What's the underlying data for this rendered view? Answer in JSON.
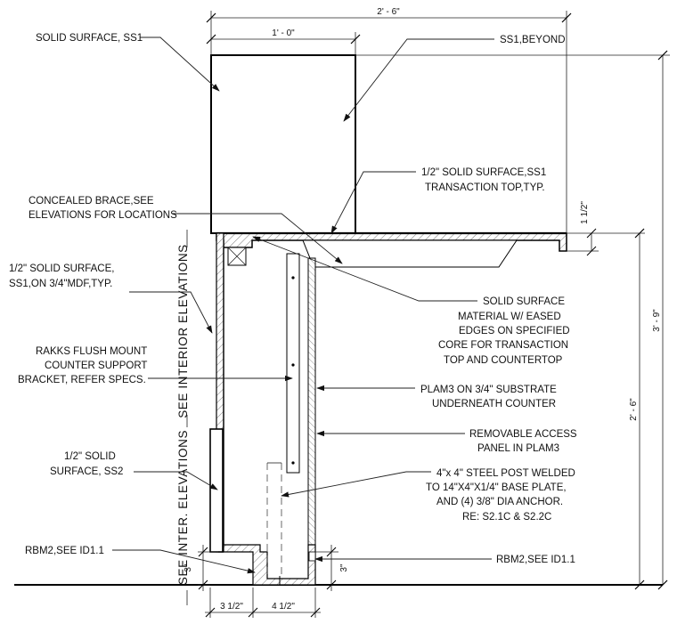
{
  "dimensions": {
    "overall_width": "2' - 6\"",
    "panel_width": "1' - 0\"",
    "overall_height": "3' - 9\"",
    "counter_height": "2' - 6\"",
    "top_thickness": "1 1/2\"",
    "base_left_height": "3\"",
    "base_right_height": "3\"",
    "toe_width_left": "3 1/2\"",
    "toe_width_right": "4 1/2\""
  },
  "vertical_labels": {
    "upper": "SEE INTERIOR ELEVATIONS",
    "lower": "SEE INTER. ELEVATIONS"
  },
  "notes": {
    "solid_surface_ss1": [
      "SOLID SURFACE, SS1"
    ],
    "ss1_beyond": [
      "SS1,BEYOND"
    ],
    "transaction_top": [
      "1/2\" SOLID SURFACE,SS1",
      "TRANSACTION TOP,TYP."
    ],
    "concealed_brace": [
      "CONCEALED BRACE,SEE",
      "ELEVATIONS FOR LOCATIONS"
    ],
    "solid_surface_mdf": [
      "1/2\" SOLID SURFACE,",
      "SS1,ON 3/4\"MDF,TYP."
    ],
    "eased_edges": [
      "SOLID SURFACE",
      "MATERIAL W/ EASED",
      "EDGES ON SPECIFIED",
      "CORE FOR TRANSACTION",
      "TOP AND COUNTERTOP"
    ],
    "rakks_bracket": [
      "RAKKS FLUSH MOUNT",
      "COUNTER SUPPORT",
      "BRACKET, REFER SPECS."
    ],
    "plam3": [
      "PLAM3 ON 3/4\" SUBSTRATE",
      "UNDERNEATH COUNTER"
    ],
    "access_panel": [
      "REMOVABLE ACCESS",
      "PANEL IN PLAM3"
    ],
    "ss2": [
      "1/2\" SOLID",
      "SURFACE, SS2"
    ],
    "steel_post": [
      "4\"x 4\" STEEL POST WELDED",
      "TO 14\"X4\"X1/4\" BASE PLATE,",
      "AND (4) 3/8\" DIA ANCHOR.",
      "RE: S2.1C & S2.2C"
    ],
    "rbm2_left": [
      "RBM2,SEE ID1.1"
    ],
    "rbm2_right": [
      "RBM2,SEE ID1.1"
    ]
  }
}
